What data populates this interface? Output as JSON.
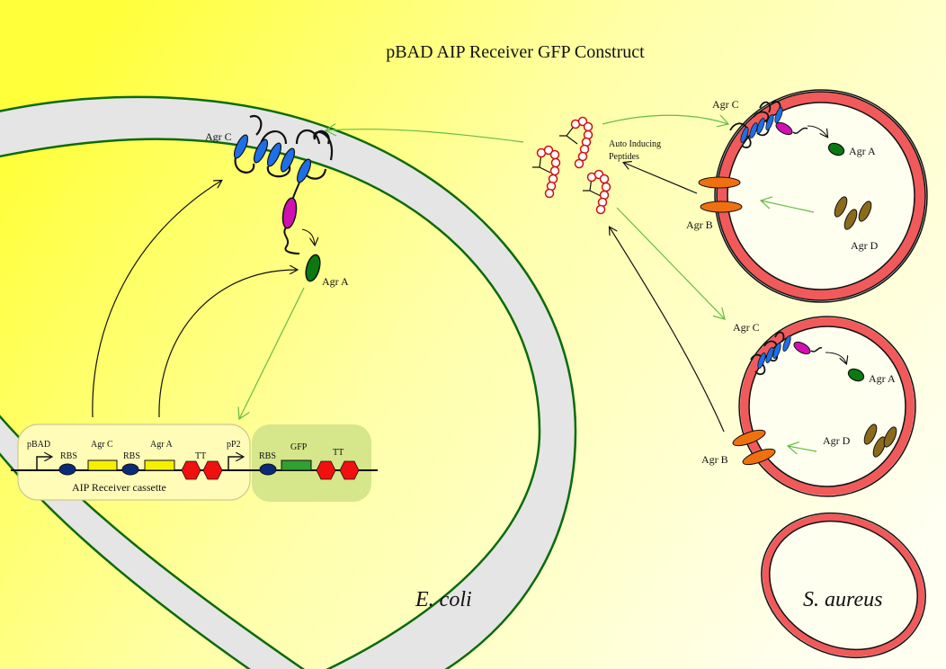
{
  "title": "pBAD AIP Receiver GFP Construct",
  "colors": {
    "background_start": "#ffff40",
    "background_end": "#fffff0",
    "ecoli_membrane_fill": "#e5e5e5",
    "ecoli_membrane_stroke": "#0b6b0b",
    "saureus_membrane": "#f05a5a",
    "agrC_helix": "#1e6fe6",
    "agrC_kinase": "#d010b0",
    "agrA": "#0a7a10",
    "agrB": "#f07010",
    "agrD": "#8b6a1a",
    "rbs": "#0a2a7a",
    "gene": "#f5f000",
    "gfp": "#30a030",
    "terminator": "#f01010",
    "green_arrow": "#66bb44"
  },
  "ecoli": {
    "label": "E. coli",
    "agrC_label": "Agr C",
    "agrA_label": "Agr A"
  },
  "aip": {
    "label_line1": "Auto Inducing",
    "label_line2": "Peptides"
  },
  "saureus_cells": [
    {
      "agrC_label": "Agr C",
      "agrA_label": "Agr A",
      "agrB_label": "Agr B",
      "agrD_label": "Agr D"
    },
    {
      "agrC_label": "Agr C",
      "agrA_label": "Agr A",
      "agrB_label": "Agr B",
      "agrD_label": "Agr D"
    }
  ],
  "saureus_label": "S. aureus",
  "construct": {
    "cassette_label": "AIP Receiver cassette",
    "parts": {
      "promoter1": "pBAD",
      "rbs1": "RBS",
      "gene1": "Agr C",
      "rbs2": "RBS",
      "gene2": "Agr A",
      "term1": "TT",
      "promoter2": "pP2",
      "rbs3": "RBS",
      "gene3": "GFP",
      "term2": "TT"
    }
  }
}
